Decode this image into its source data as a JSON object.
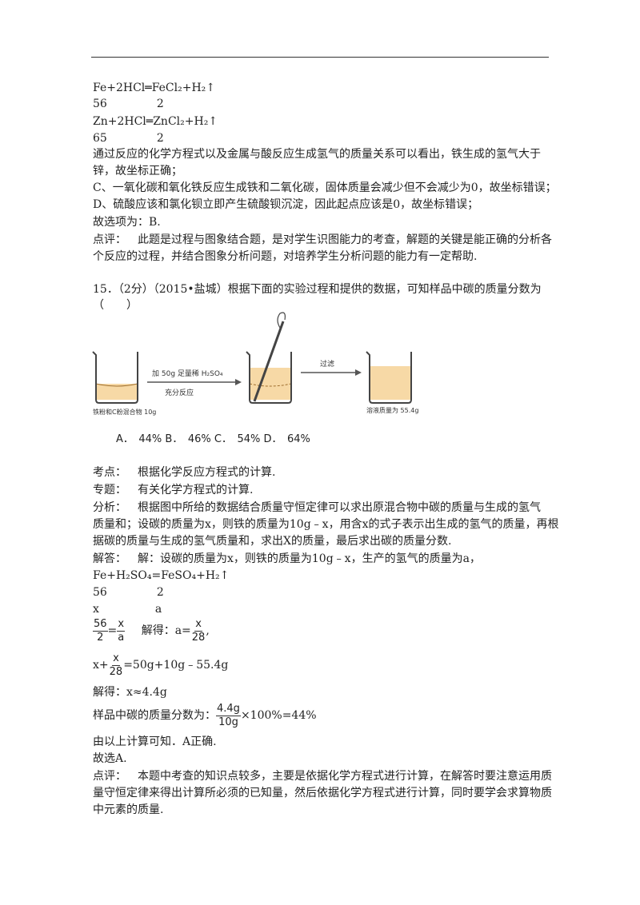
{
  "prev": {
    "eq1": "Fe+2HCl═FeCl₂+H₂↑",
    "eq1_masses": [
      "56",
      "2"
    ],
    "eq2": "Zn+2HCl═ZnCl₂+H₂↑",
    "eq2_masses": [
      "65",
      "2"
    ],
    "text1": "通过反应的化学方程式以及金属与酸反应生成氢气的质量关系可以看出，铁生成的氢气大于",
    "text2": "锌，故坐标正确；",
    "c": "C、一氧化碳和氧化铁反应生成铁和二氧化碳，固体质量会减少但不会减少为0，故坐标错误；",
    "d": "D、硫酸应该和氯化钡立即产生硫酸钡沉淀，因此起点应该是0，故坐标错误；",
    "choose": "故选项为：B.",
    "comment_label": "点评：",
    "comment1": "此题是过程与图象结合题，是对学生识图能力的考查，解题的关键是能正确的分析各",
    "comment2": "个反应的过程，并结合图象分析问题，对培养学生分析问题的能力有一定帮助."
  },
  "q15": {
    "stem1": "15．（2分）（2015•盐城）根据下面的实验过程和提供的数据，可知样品中碳的质量分数为",
    "stem2": "（　　）",
    "figure": {
      "label_left": "铁粉和C粉混合物 10g",
      "arrow1_top": "加 50g 足量稀 H₂SO₄",
      "arrow1_bottom": "充分反应",
      "arrow2": "过滤",
      "label_right": "溶液质量为 55.4g"
    },
    "options": "A．　44%  B．　46%  C．　54%  D．　64%"
  },
  "analysis": {
    "kaodian_label": "考点：",
    "kaodian": "根据化学反应方程式的计算.",
    "zhuanti_label": "专题：",
    "zhuanti": "有关化学方程式的计算.",
    "fenxi_label": "分析：",
    "fenxi1": "根据图中所给的数据结合质量守恒定律可以求出原混合物中碳的质量与生成的氢气",
    "fenxi2": "质量和；设碳的质量为x，则铁的质量为10g﹣x，用含x的式子表示出生成的氢气的质量，再根",
    "fenxi3": "据碳的质量与生成的氢气质量和，求出X的质量，最后求出碳的质量分数.",
    "jieda_label": "解答：",
    "jieda1": "解：设碳的质量为x，则铁的质量为10g﹣x，生产的氢气的质量为a，",
    "eq": "Fe+H₂SO₄=FeSO₄+H₂↑",
    "eq_masses": [
      "56",
      "2"
    ],
    "eq_vars": [
      "x",
      "a"
    ],
    "ratio": {
      "n1": "56",
      "d1": "2",
      "n2": "x",
      "d2": "a",
      "solve": "解得：a=",
      "n3": "x",
      "d3": "28",
      "end": ","
    },
    "sum": {
      "pre": "x+",
      "n": "x",
      "d": "28",
      "post": "=50g+10g﹣55.4g"
    },
    "result": "解得：x≈4.4g",
    "frac_line": {
      "pre": "样品中碳的质量分数为：",
      "n": "4.4g",
      "d": "10g",
      "post": "×100%=44%"
    },
    "conclusion": "由以上计算可知．A正确.",
    "choose": "故选A.",
    "comment_label": "点评：",
    "comment1": "本题中考查的知识点较多，主要是依据化学方程式进行计算，在解答时要注意运用质",
    "comment2": "量守恒定律来得出计算所必须的已知量，然后依据化学方程式进行计算，同时要学会求算物质",
    "comment3": "中元素的质量."
  }
}
